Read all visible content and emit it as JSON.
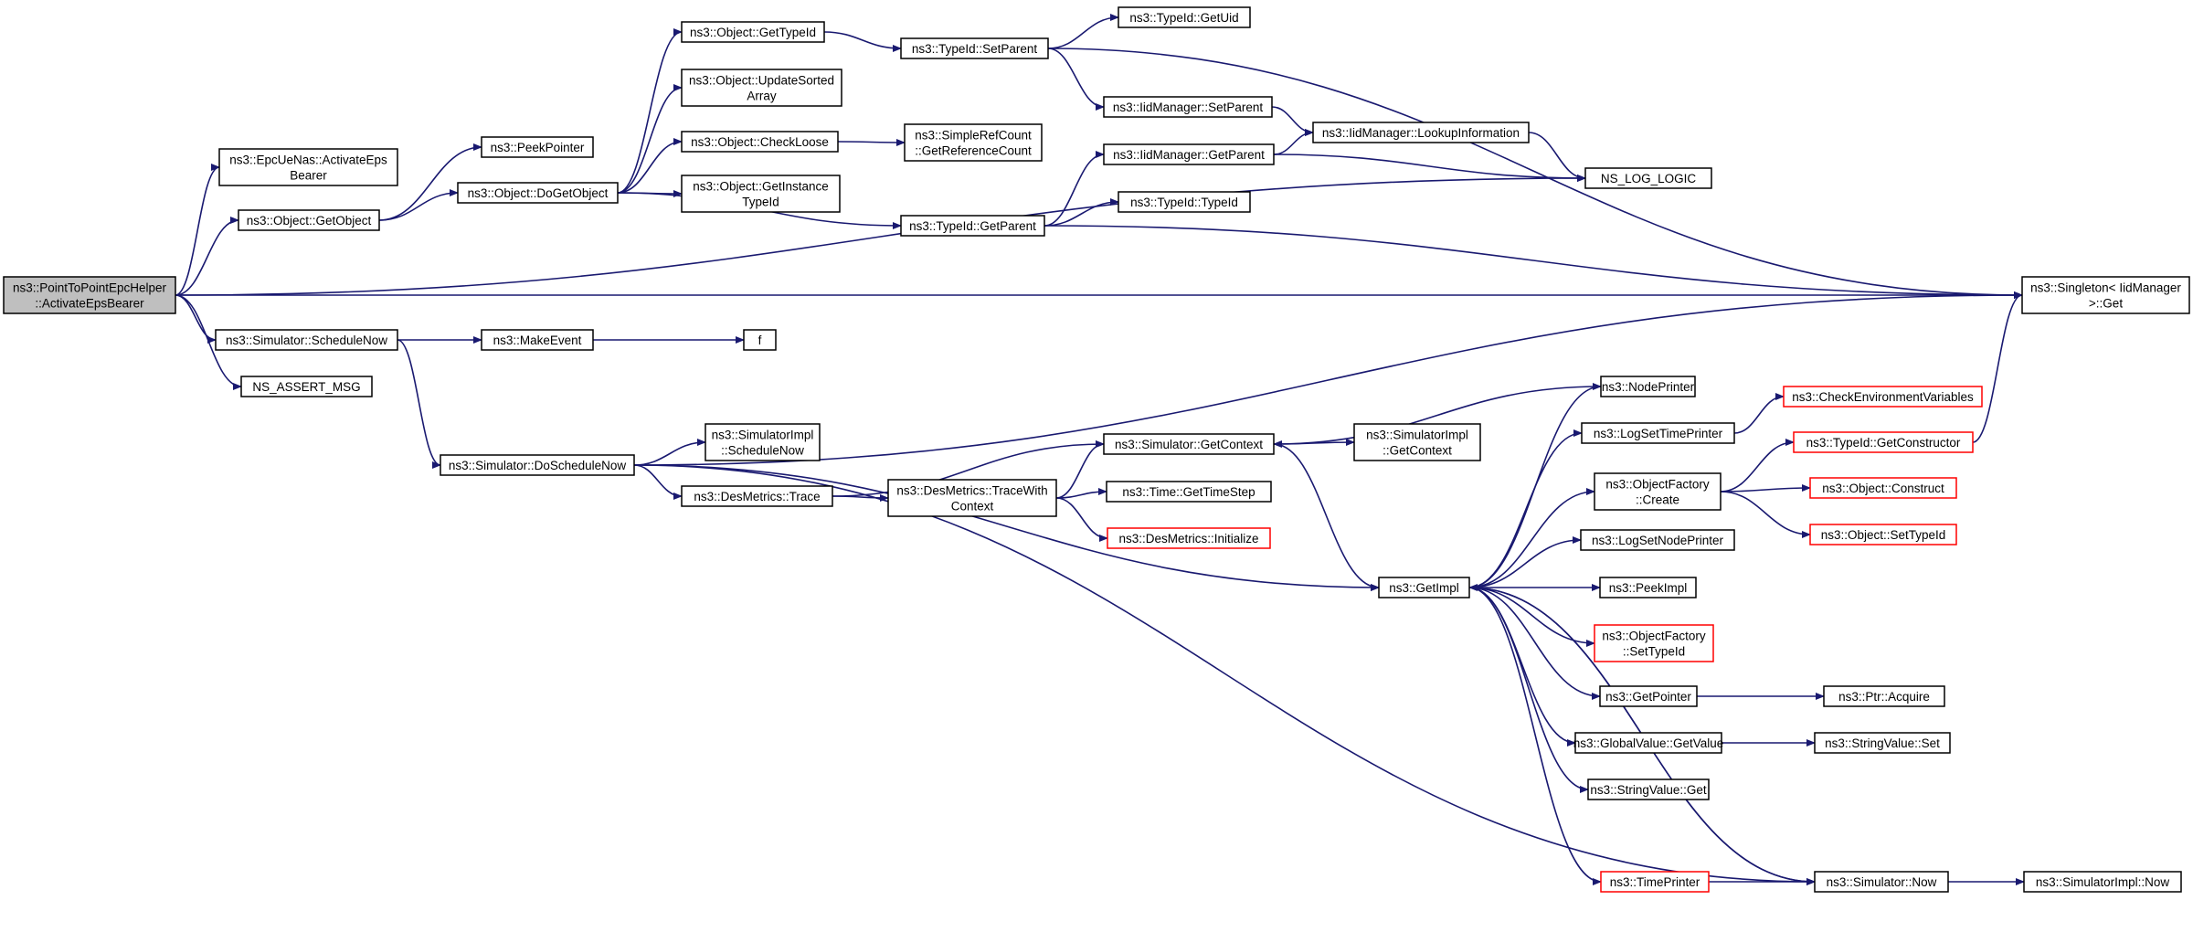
{
  "nodes": [
    {
      "id": "root",
      "lines": [
        "ns3::PointToPointEpcHelper",
        "::ActivateEpsBearer"
      ],
      "style": "root"
    },
    {
      "id": "uenas",
      "lines": [
        "ns3::EpcUeNas::ActivateEps",
        "Bearer"
      ],
      "style": "normal"
    },
    {
      "id": "getobject",
      "lines": [
        "ns3::Object::GetObject"
      ],
      "style": "normal"
    },
    {
      "id": "schedulenow",
      "lines": [
        "ns3::Simulator::ScheduleNow"
      ],
      "style": "normal"
    },
    {
      "id": "assert",
      "lines": [
        "NS_ASSERT_MSG"
      ],
      "style": "normal"
    },
    {
      "id": "peekpointer",
      "lines": [
        "ns3::PeekPointer"
      ],
      "style": "normal"
    },
    {
      "id": "dogetobject",
      "lines": [
        "ns3::Object::DoGetObject"
      ],
      "style": "normal"
    },
    {
      "id": "makeevent",
      "lines": [
        "ns3::MakeEvent"
      ],
      "style": "normal"
    },
    {
      "id": "doschedulenow",
      "lines": [
        "ns3::Simulator::DoScheduleNow"
      ],
      "style": "normal"
    },
    {
      "id": "gettypeid",
      "lines": [
        "ns3::Object::GetTypeId"
      ],
      "style": "normal"
    },
    {
      "id": "updatesorted",
      "lines": [
        "ns3::Object::UpdateSorted",
        "Array"
      ],
      "style": "normal"
    },
    {
      "id": "checkloose",
      "lines": [
        "ns3::Object::CheckLoose"
      ],
      "style": "normal"
    },
    {
      "id": "getinstance",
      "lines": [
        "ns3::Object::GetInstance",
        "TypeId"
      ],
      "style": "normal"
    },
    {
      "id": "simimplsched",
      "lines": [
        "ns3::SimulatorImpl",
        "::ScheduleNow"
      ],
      "style": "normal"
    },
    {
      "id": "desmetricstrace",
      "lines": [
        "ns3::DesMetrics::Trace"
      ],
      "style": "normal"
    },
    {
      "id": "f",
      "lines": [
        "f"
      ],
      "style": "normal"
    },
    {
      "id": "typeidsetparent",
      "lines": [
        "ns3::TypeId::SetParent"
      ],
      "style": "normal"
    },
    {
      "id": "typeidgetparent",
      "lines": [
        "ns3::TypeId::GetParent"
      ],
      "style": "normal"
    },
    {
      "id": "getrefcount",
      "lines": [
        "ns3::SimpleRefCount",
        "::GetReferenceCount"
      ],
      "style": "normal"
    },
    {
      "id": "tracewith",
      "lines": [
        "ns3::DesMetrics::TraceWith",
        "Context"
      ],
      "style": "normal"
    },
    {
      "id": "getuid",
      "lines": [
        "ns3::TypeId::GetUid"
      ],
      "style": "normal"
    },
    {
      "id": "iidsetparent",
      "lines": [
        "ns3::IidManager::SetParent"
      ],
      "style": "normal"
    },
    {
      "id": "iidgetparent",
      "lines": [
        "ns3::IidManager::GetParent"
      ],
      "style": "normal"
    },
    {
      "id": "typeidtypeid",
      "lines": [
        "ns3::TypeId::TypeId"
      ],
      "style": "normal"
    },
    {
      "id": "simgetcontext",
      "lines": [
        "ns3::Simulator::GetContext"
      ],
      "style": "normal"
    },
    {
      "id": "timegetstep",
      "lines": [
        "ns3::Time::GetTimeStep"
      ],
      "style": "normal"
    },
    {
      "id": "desinit",
      "lines": [
        "ns3::DesMetrics::Initialize"
      ],
      "style": "red"
    },
    {
      "id": "lookupinfo",
      "lines": [
        "ns3::IidManager::LookupInformation"
      ],
      "style": "normal"
    },
    {
      "id": "nslog",
      "lines": [
        "NS_LOG_LOGIC"
      ],
      "style": "normal"
    },
    {
      "id": "simimplgetctx",
      "lines": [
        "ns3::SimulatorImpl",
        "::GetContext"
      ],
      "style": "normal"
    },
    {
      "id": "getimpl",
      "lines": [
        "ns3::GetImpl"
      ],
      "style": "normal"
    },
    {
      "id": "nodeprinter",
      "lines": [
        "ns3::NodePrinter"
      ],
      "style": "normal"
    },
    {
      "id": "logsettime",
      "lines": [
        "ns3::LogSetTimePrinter"
      ],
      "style": "normal"
    },
    {
      "id": "ofcreate",
      "lines": [
        "ns3::ObjectFactory",
        "::Create"
      ],
      "style": "normal"
    },
    {
      "id": "logsetnode",
      "lines": [
        "ns3::LogSetNodePrinter"
      ],
      "style": "normal"
    },
    {
      "id": "peekimpl",
      "lines": [
        "ns3::PeekImpl"
      ],
      "style": "normal"
    },
    {
      "id": "ofsettypeid",
      "lines": [
        "ns3::ObjectFactory",
        "::SetTypeId"
      ],
      "style": "red"
    },
    {
      "id": "getpointer",
      "lines": [
        "ns3::GetPointer"
      ],
      "style": "normal"
    },
    {
      "id": "gvgetvalue",
      "lines": [
        "ns3::GlobalValue::GetValue"
      ],
      "style": "normal"
    },
    {
      "id": "svget",
      "lines": [
        "ns3::StringValue::Get"
      ],
      "style": "normal"
    },
    {
      "id": "timeprinter",
      "lines": [
        "ns3::TimePrinter"
      ],
      "style": "red"
    },
    {
      "id": "simnow",
      "lines": [
        "ns3::Simulator::Now"
      ],
      "style": "normal"
    },
    {
      "id": "checkenv",
      "lines": [
        "ns3::CheckEnvironmentVariables"
      ],
      "style": "red"
    },
    {
      "id": "getctor",
      "lines": [
        "ns3::TypeId::GetConstructor"
      ],
      "style": "red"
    },
    {
      "id": "objconstruct",
      "lines": [
        "ns3::Object::Construct"
      ],
      "style": "red"
    },
    {
      "id": "objsettypeid",
      "lines": [
        "ns3::Object::SetTypeId"
      ],
      "style": "red"
    },
    {
      "id": "ptracquire",
      "lines": [
        "ns3::Ptr::Acquire"
      ],
      "style": "normal"
    },
    {
      "id": "svset",
      "lines": [
        "ns3::StringValue::Set"
      ],
      "style": "normal"
    },
    {
      "id": "simimplnow",
      "lines": [
        "ns3::SimulatorImpl::Now"
      ],
      "style": "normal"
    },
    {
      "id": "singleton",
      "lines": [
        "ns3::Singleton< IidManager",
        ">::Get"
      ],
      "style": "normal"
    }
  ],
  "edges": [
    [
      "root",
      "uenas"
    ],
    [
      "root",
      "getobject"
    ],
    [
      "root",
      "nslog"
    ],
    [
      "root",
      "singleton"
    ],
    [
      "root",
      "schedulenow"
    ],
    [
      "root",
      "assert"
    ],
    [
      "getobject",
      "peekpointer"
    ],
    [
      "getobject",
      "dogetobject"
    ],
    [
      "dogetobject",
      "gettypeid"
    ],
    [
      "dogetobject",
      "updatesorted"
    ],
    [
      "dogetobject",
      "checkloose"
    ],
    [
      "dogetobject",
      "getinstance"
    ],
    [
      "dogetobject",
      "typeidgetparent"
    ],
    [
      "gettypeid",
      "typeidsetparent"
    ],
    [
      "checkloose",
      "getrefcount"
    ],
    [
      "typeidsetparent",
      "getuid"
    ],
    [
      "typeidsetparent",
      "iidsetparent"
    ],
    [
      "typeidsetparent",
      "singleton"
    ],
    [
      "typeidgetparent",
      "iidgetparent"
    ],
    [
      "typeidgetparent",
      "typeidtypeid"
    ],
    [
      "typeidgetparent",
      "singleton"
    ],
    [
      "iidsetparent",
      "lookupinfo"
    ],
    [
      "iidgetparent",
      "lookupinfo"
    ],
    [
      "iidgetparent",
      "nslog"
    ],
    [
      "lookupinfo",
      "nslog"
    ],
    [
      "schedulenow",
      "makeevent"
    ],
    [
      "schedulenow",
      "doschedulenow"
    ],
    [
      "makeevent",
      "f"
    ],
    [
      "doschedulenow",
      "singleton"
    ],
    [
      "doschedulenow",
      "simimplsched"
    ],
    [
      "doschedulenow",
      "desmetricstrace"
    ],
    [
      "doschedulenow",
      "getimpl"
    ],
    [
      "doschedulenow",
      "simnow"
    ],
    [
      "desmetricstrace",
      "simgetcontext"
    ],
    [
      "desmetricstrace",
      "tracewith"
    ],
    [
      "tracewith",
      "simgetcontext"
    ],
    [
      "tracewith",
      "timegetstep"
    ],
    [
      "tracewith",
      "desinit"
    ],
    [
      "simgetcontext",
      "simimplgetctx"
    ],
    [
      "simgetcontext",
      "getimpl"
    ],
    [
      "nodeprinter",
      "simgetcontext"
    ],
    [
      "getimpl",
      "nodeprinter"
    ],
    [
      "getimpl",
      "logsettime"
    ],
    [
      "getimpl",
      "ofcreate"
    ],
    [
      "getimpl",
      "logsetnode"
    ],
    [
      "getimpl",
      "peekimpl"
    ],
    [
      "getimpl",
      "ofsettypeid"
    ],
    [
      "getimpl",
      "getpointer"
    ],
    [
      "getimpl",
      "gvgetvalue"
    ],
    [
      "getimpl",
      "svget"
    ],
    [
      "getimpl",
      "timeprinter"
    ],
    [
      "getimpl",
      "simnow"
    ],
    [
      "simnow",
      "getimpl"
    ],
    [
      "timeprinter",
      "simnow"
    ],
    [
      "simnow",
      "simimplnow"
    ],
    [
      "logsettime",
      "checkenv"
    ],
    [
      "ofcreate",
      "getctor"
    ],
    [
      "ofcreate",
      "objconstruct"
    ],
    [
      "ofcreate",
      "objsettypeid"
    ],
    [
      "getctor",
      "singleton"
    ],
    [
      "getpointer",
      "ptracquire"
    ],
    [
      "gvgetvalue",
      "svset"
    ]
  ]
}
